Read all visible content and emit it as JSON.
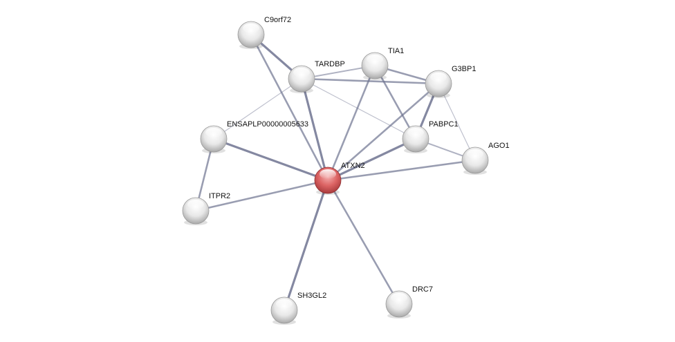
{
  "network": {
    "query_node": "ATXN2",
    "colors": {
      "query": "#d9575a",
      "node": "#e6e6e6",
      "edge": "#6e7390"
    },
    "nodes": [
      "C9orf72",
      "TARDBP",
      "TIA1",
      "G3BP1",
      "ENSAPLP00000005633",
      "PABPC1",
      "AGO1",
      "ATXN2",
      "ITPR2",
      "SH3GL2",
      "DRC7"
    ],
    "edges": [
      {
        "a": "C9orf72",
        "b": "TARDBP",
        "strength": "high"
      },
      {
        "a": "C9orf72",
        "b": "ATXN2",
        "strength": "medium"
      },
      {
        "a": "TARDBP",
        "b": "ATXN2",
        "strength": "high"
      },
      {
        "a": "TARDBP",
        "b": "TIA1",
        "strength": "low"
      },
      {
        "a": "TARDBP",
        "b": "G3BP1",
        "strength": "medium"
      },
      {
        "a": "TARDBP",
        "b": "ENSAPLP00000005633",
        "strength": "weak"
      },
      {
        "a": "TARDBP",
        "b": "PABPC1",
        "strength": "weak"
      },
      {
        "a": "TIA1",
        "b": "G3BP1",
        "strength": "medium"
      },
      {
        "a": "TIA1",
        "b": "PABPC1",
        "strength": "medium"
      },
      {
        "a": "TIA1",
        "b": "ATXN2",
        "strength": "medium"
      },
      {
        "a": "G3BP1",
        "b": "ATXN2",
        "strength": "medium"
      },
      {
        "a": "G3BP1",
        "b": "PABPC1",
        "strength": "high"
      },
      {
        "a": "G3BP1",
        "b": "AGO1",
        "strength": "weak"
      },
      {
        "a": "PABPC1",
        "b": "ATXN2",
        "strength": "high"
      },
      {
        "a": "PABPC1",
        "b": "AGO1",
        "strength": "low"
      },
      {
        "a": "AGO1",
        "b": "ATXN2",
        "strength": "medium"
      },
      {
        "a": "ENSAPLP00000005633",
        "b": "ATXN2",
        "strength": "high"
      },
      {
        "a": "ENSAPLP00000005633",
        "b": "ITPR2",
        "strength": "medium"
      },
      {
        "a": "ITPR2",
        "b": "ATXN2",
        "strength": "medium"
      },
      {
        "a": "ATXN2",
        "b": "SH3GL2",
        "strength": "high"
      },
      {
        "a": "ATXN2",
        "b": "DRC7",
        "strength": "medium"
      }
    ]
  }
}
